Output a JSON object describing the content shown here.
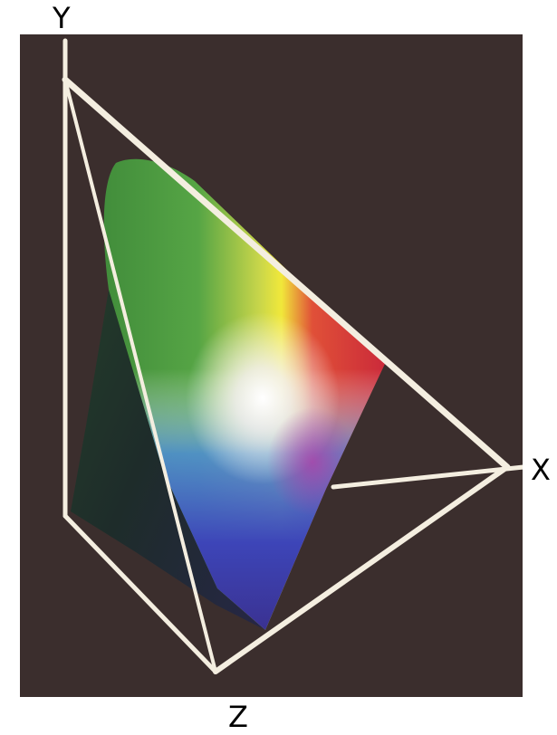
{
  "labels": {
    "y": "Y",
    "x": "X",
    "z": "Z"
  },
  "colors": {
    "background": "#3b2e2d",
    "axis_lines": "#f4eee0",
    "page": "#ffffff"
  }
}
